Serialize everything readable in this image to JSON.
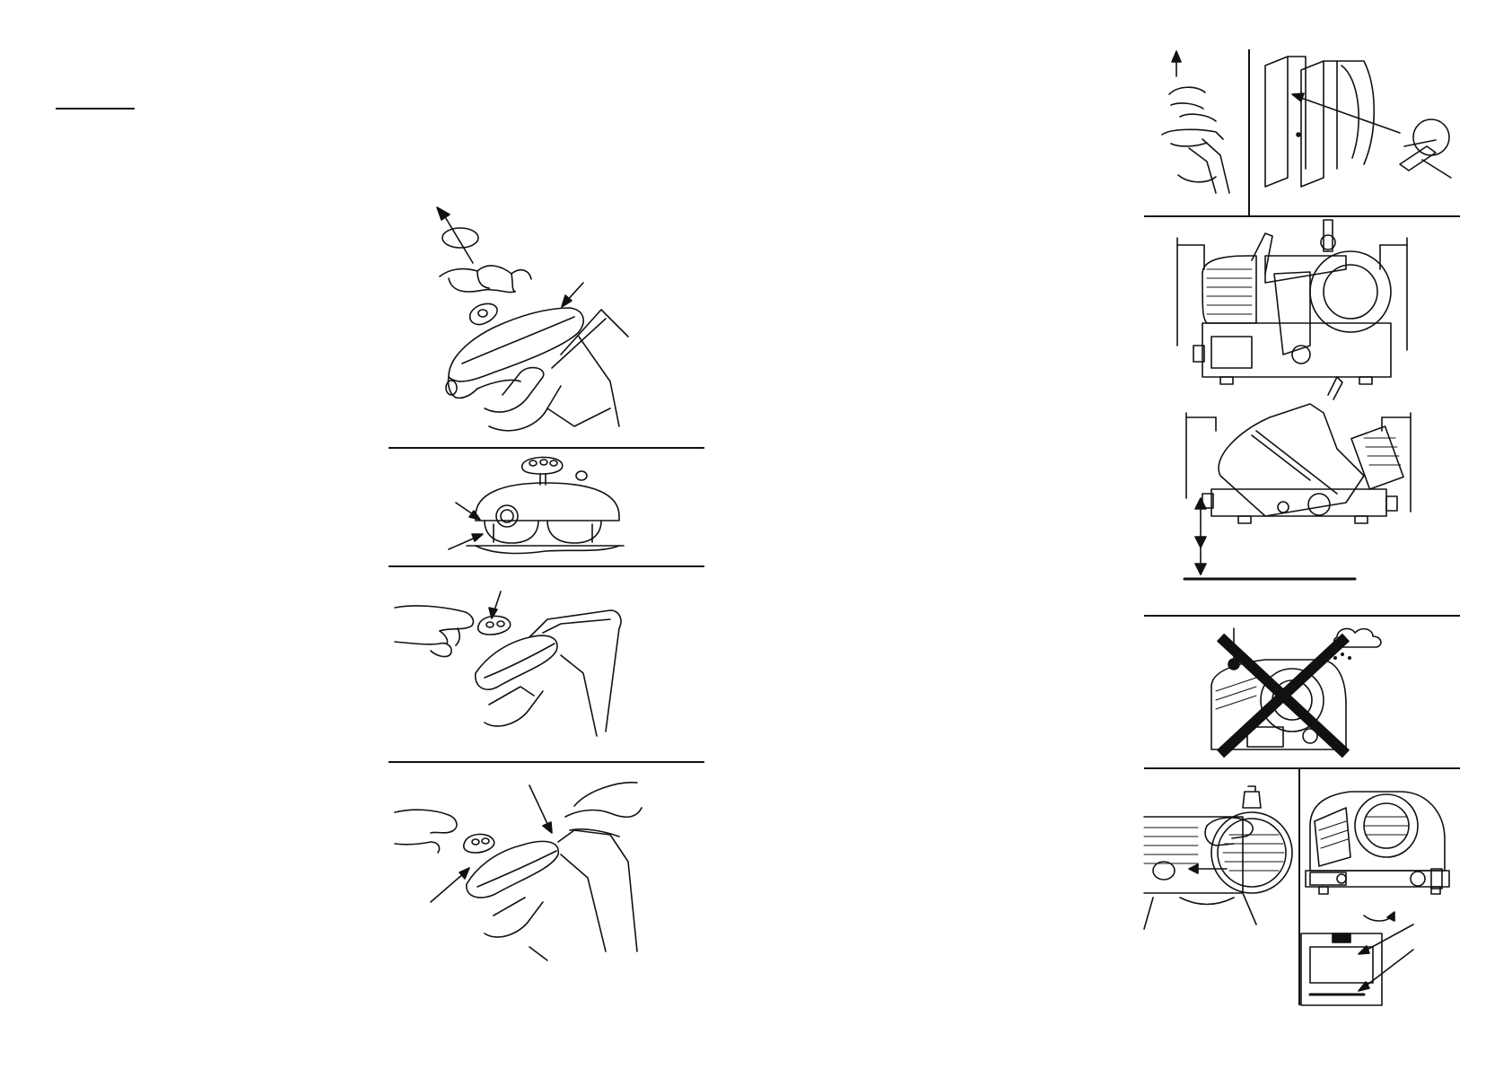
{
  "page": {
    "heading_text": ""
  },
  "figures": {
    "left_column": [
      {
        "name": "knob-lift-step",
        "icon": "rotate-arrow-icon"
      },
      {
        "name": "guard-front-view-step",
        "icon": "arrow-icon"
      },
      {
        "name": "knob-press-step",
        "icon": "arrow-icon"
      },
      {
        "name": "guard-fit-step",
        "icon": "arrow-icon"
      }
    ],
    "right_column": [
      {
        "name": "lift-handle-step",
        "icon": "arrow-icon"
      },
      {
        "name": "carriage-assembly-step",
        "icon": "arrow-icon"
      },
      {
        "name": "clearance-side-view",
        "icon": "dimension-icon"
      },
      {
        "name": "clearance-front-view",
        "icon": "dimension-icon"
      },
      {
        "name": "forbidden-environment",
        "icon": "cross-out-icon"
      },
      {
        "name": "blade-cleaning-step",
        "icon": "hand-icon"
      },
      {
        "name": "feet-check-step",
        "icon": "arrow-icon"
      }
    ]
  },
  "colors": {
    "ink": "#111111",
    "background": "#ffffff"
  }
}
